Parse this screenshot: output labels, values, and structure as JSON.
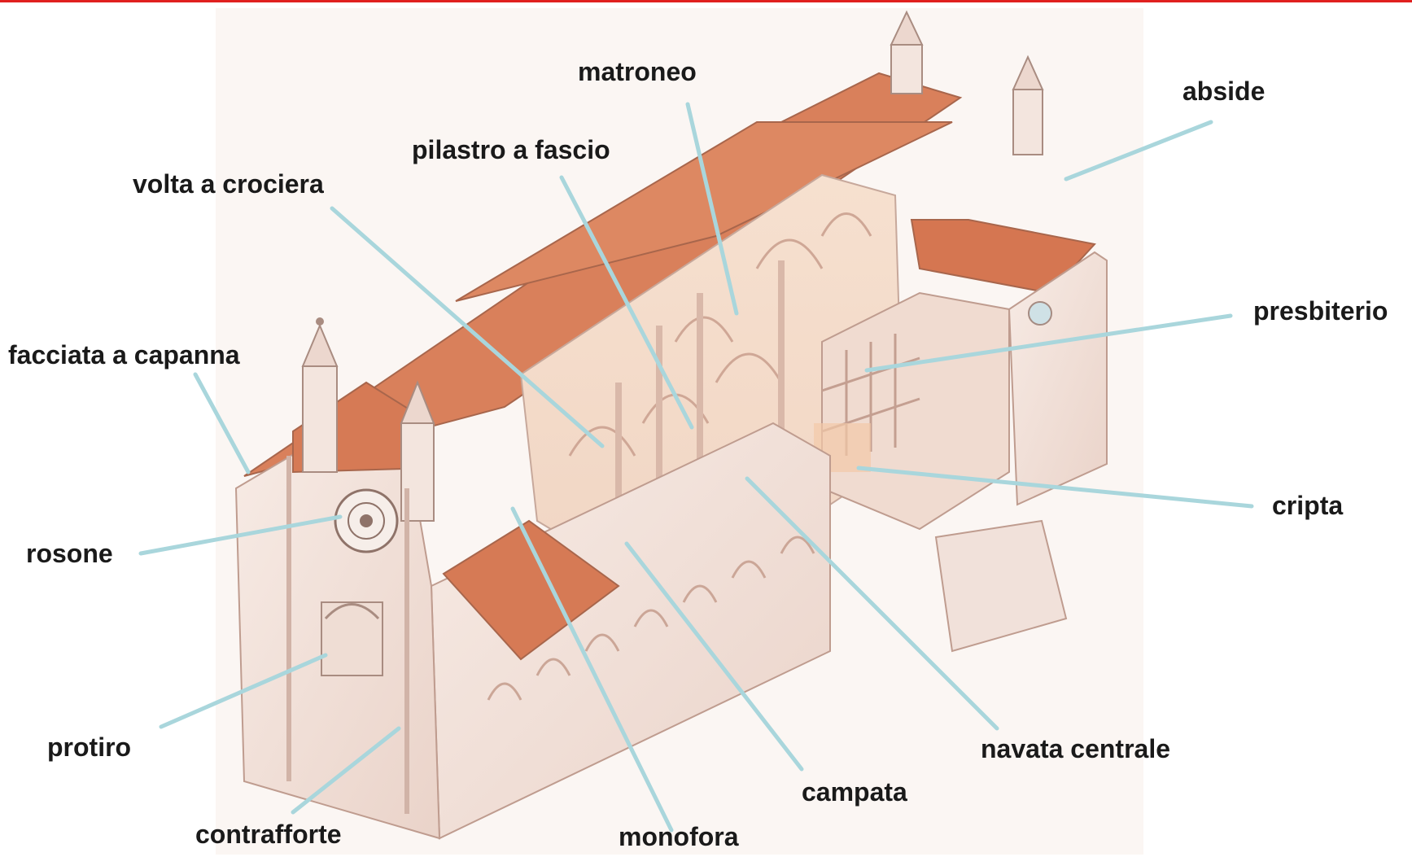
{
  "theme": {
    "accent": "#e0201f",
    "leader": "#a9d6dc",
    "roof": "#d67a55",
    "wall": "#f2e3dc"
  },
  "labels": {
    "matroneo": "matroneo",
    "abside": "abside",
    "pilastro_a_fascio": "pilastro a fascio",
    "volta_a_crociera": "volta a crociera",
    "presbiterio": "presbiterio",
    "facciata_a_capanna": "facciata a capanna",
    "cripta": "cripta",
    "rosone": "rosone",
    "protiro": "protiro",
    "navata_centrale": "navata centrale",
    "campata": "campata",
    "contrafforte": "contrafforte",
    "monofora": "monofora"
  }
}
